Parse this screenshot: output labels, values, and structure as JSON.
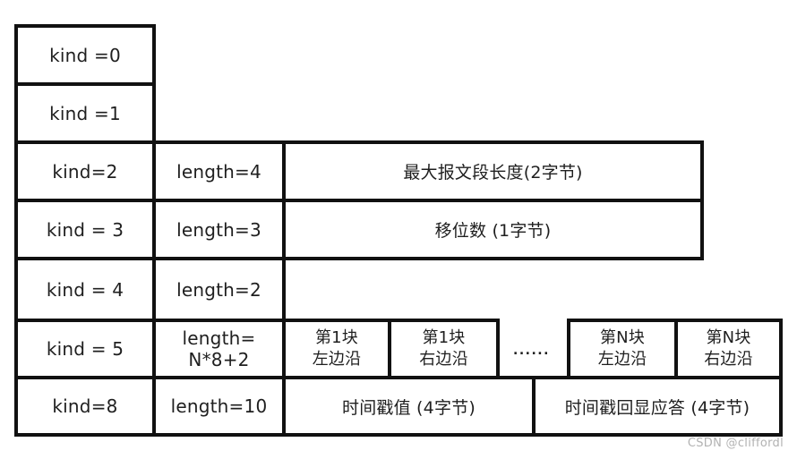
{
  "colors": {
    "border": "#111111",
    "text": "#1f1f1f",
    "watermark": "#b2b2b2",
    "background": "#ffffff"
  },
  "cells": {
    "kind0": "kind =0",
    "kind1": "kind =1",
    "kind2": "kind=2",
    "kind3": "kind = 3",
    "kind4": "kind = 4",
    "kind5": "kind = 5",
    "kind8": "kind=8",
    "length2": "length=4",
    "length3": "length=3",
    "length4": "length=2",
    "length5": "length=\nN*8+2",
    "length8": "length=10",
    "mss": "最大报文段长度(2字节)",
    "shift": "移位数 (1字节)",
    "block1_left": "第1块\n左边沿",
    "block1_right": "第1块\n右边沿",
    "ellipsis": "......",
    "blockN_left": "第N块\n左边沿",
    "blockN_right": "第N块\n右边沿",
    "timestamp_value": "时间戳值 (4字节)",
    "timestamp_echo": "时间戳回显应答 (4字节)"
  },
  "watermark": "CSDN @cliffordl"
}
